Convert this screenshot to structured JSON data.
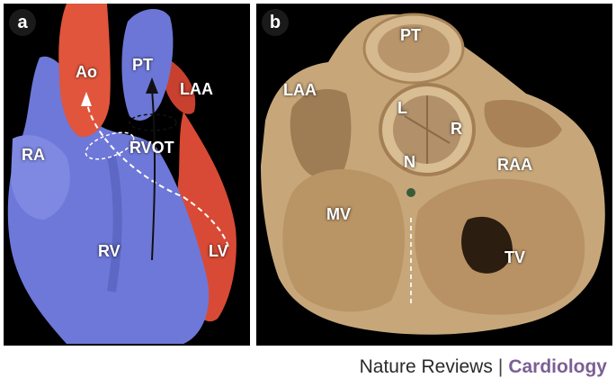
{
  "panel_a": {
    "badge": "a",
    "labels": {
      "ao": "Ao",
      "pt": "PT",
      "laa": "LAA",
      "ra": "RA",
      "rvot": "RVOT",
      "rv": "RV",
      "lv": "LV"
    }
  },
  "panel_b": {
    "badge": "b",
    "labels": {
      "pt": "PT",
      "laa": "LAA",
      "l": "L",
      "r": "R",
      "n": "N",
      "raa": "RAA",
      "mv": "MV",
      "tv": "TV"
    }
  },
  "footer": {
    "publication": "Nature Reviews",
    "separator": "|",
    "journal": "Cardiology",
    "accent_color": "#7b5f96"
  }
}
